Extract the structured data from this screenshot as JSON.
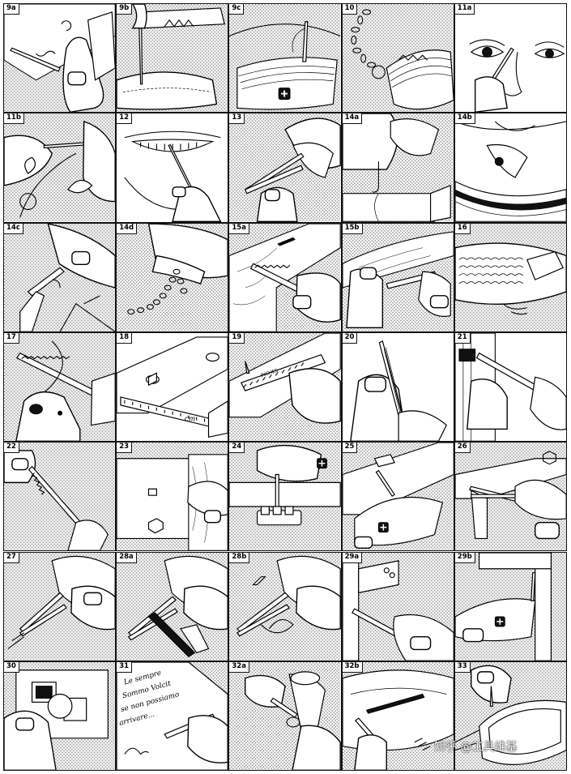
{
  "panels": [
    {
      "label": "9a",
      "icon": "ring-hook-needle-icon"
    },
    {
      "label": "9b",
      "icon": "leather-awl-icon"
    },
    {
      "label": "9c",
      "icon": "awl-thread-icon"
    },
    {
      "label": "10",
      "icon": "key-ring-chain-icon"
    },
    {
      "label": "11a",
      "icon": "tweezers-eye-icon"
    },
    {
      "label": "11b",
      "icon": "tweezers-rose-thorn-icon"
    },
    {
      "label": "12",
      "icon": "toothpick-mouth-icon"
    },
    {
      "label": "13",
      "icon": "scissors-icon"
    },
    {
      "label": "14a",
      "icon": "hook-parcel-icon"
    },
    {
      "label": "14b",
      "icon": "hook-carry-bottle-icon"
    },
    {
      "label": "14c",
      "icon": "hook-tent-peg-icon"
    },
    {
      "label": "14d",
      "icon": "hook-chain-icon"
    },
    {
      "label": "15a",
      "icon": "wood-saw-plank-icon"
    },
    {
      "label": "15b",
      "icon": "wood-saw-branch-icon"
    },
    {
      "label": "16",
      "icon": "fish-scaler-icon"
    },
    {
      "label": "17",
      "icon": "fish-hook-disgorger-icon"
    },
    {
      "label": "18",
      "icon": "ruler-cm-icon"
    },
    {
      "label": "19",
      "icon": "ruler-inches-icon"
    },
    {
      "label": "20",
      "icon": "nail-file-icon"
    },
    {
      "label": "21",
      "icon": "metal-file-icon"
    },
    {
      "label": "22",
      "icon": "metal-saw-icon"
    },
    {
      "label": "23",
      "icon": "metal-saw-bolt-icon"
    },
    {
      "label": "24",
      "icon": "screwdriver-terminal-icon"
    },
    {
      "label": "25",
      "icon": "chisel-icon"
    },
    {
      "label": "26",
      "icon": "pliers-bolt-icon"
    },
    {
      "label": "27",
      "icon": "pliers-wire-icon"
    },
    {
      "label": "28a",
      "icon": "wire-cutter-icon"
    },
    {
      "label": "28b",
      "icon": "crimping-tool-icon"
    },
    {
      "label": "29a",
      "icon": "phillips-screwdriver-hinge-icon"
    },
    {
      "label": "29b",
      "icon": "phillips-screwdriver-frame-icon"
    },
    {
      "label": "30",
      "icon": "magnifier-stamps-icon"
    },
    {
      "label": "31",
      "icon": "ballpoint-pen-icon",
      "handwriting": [
        "Le sempre",
        "Sommo Volcit",
        "se non possiamo",
        "arrivare..."
      ]
    },
    {
      "label": "32a",
      "icon": "screwdriver-cap-icon"
    },
    {
      "label": "32b",
      "icon": "wiper-blade-icon"
    },
    {
      "label": "33",
      "icon": "mini-screwdriver-glasses-icon"
    }
  ],
  "panel19_text": "INCHES",
  "panel18_text": "cm",
  "watermark": "知乎 @工具维基"
}
